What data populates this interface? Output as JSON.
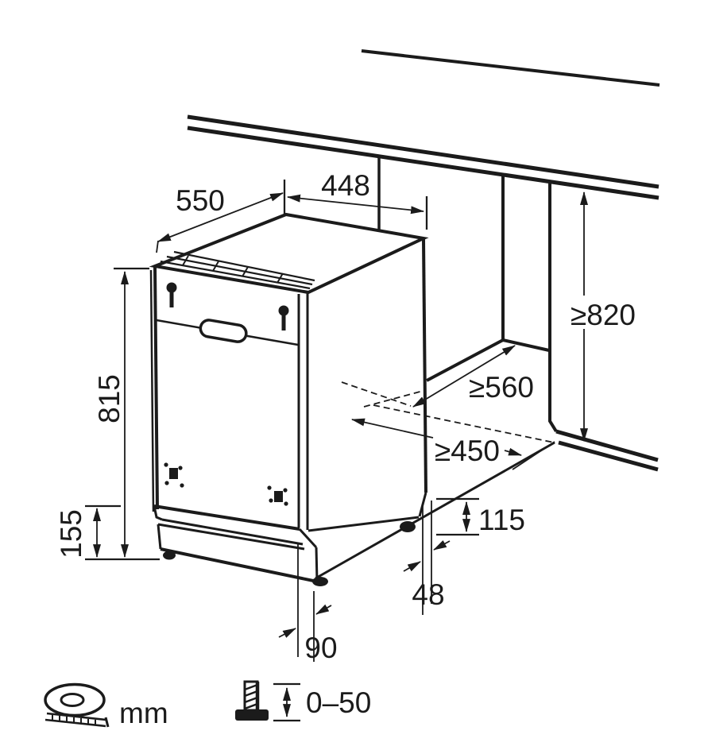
{
  "dimensions": {
    "top_depth": "550",
    "width": "448",
    "height": "815",
    "base_height": "155",
    "niche_height": "≥820",
    "niche_depth": "≥560",
    "min_clearance": "≥450",
    "foot_zone": "115",
    "side_gap": "48",
    "plinth_recess": "90"
  },
  "legend": {
    "tape_icon": "measuring-tape-icon",
    "units_label": "mm",
    "screw_icon": "adjustable-foot-icon",
    "adjust_range": "0–50"
  },
  "colors": {
    "line": "#1b1b1b",
    "background": "#ffffff"
  }
}
